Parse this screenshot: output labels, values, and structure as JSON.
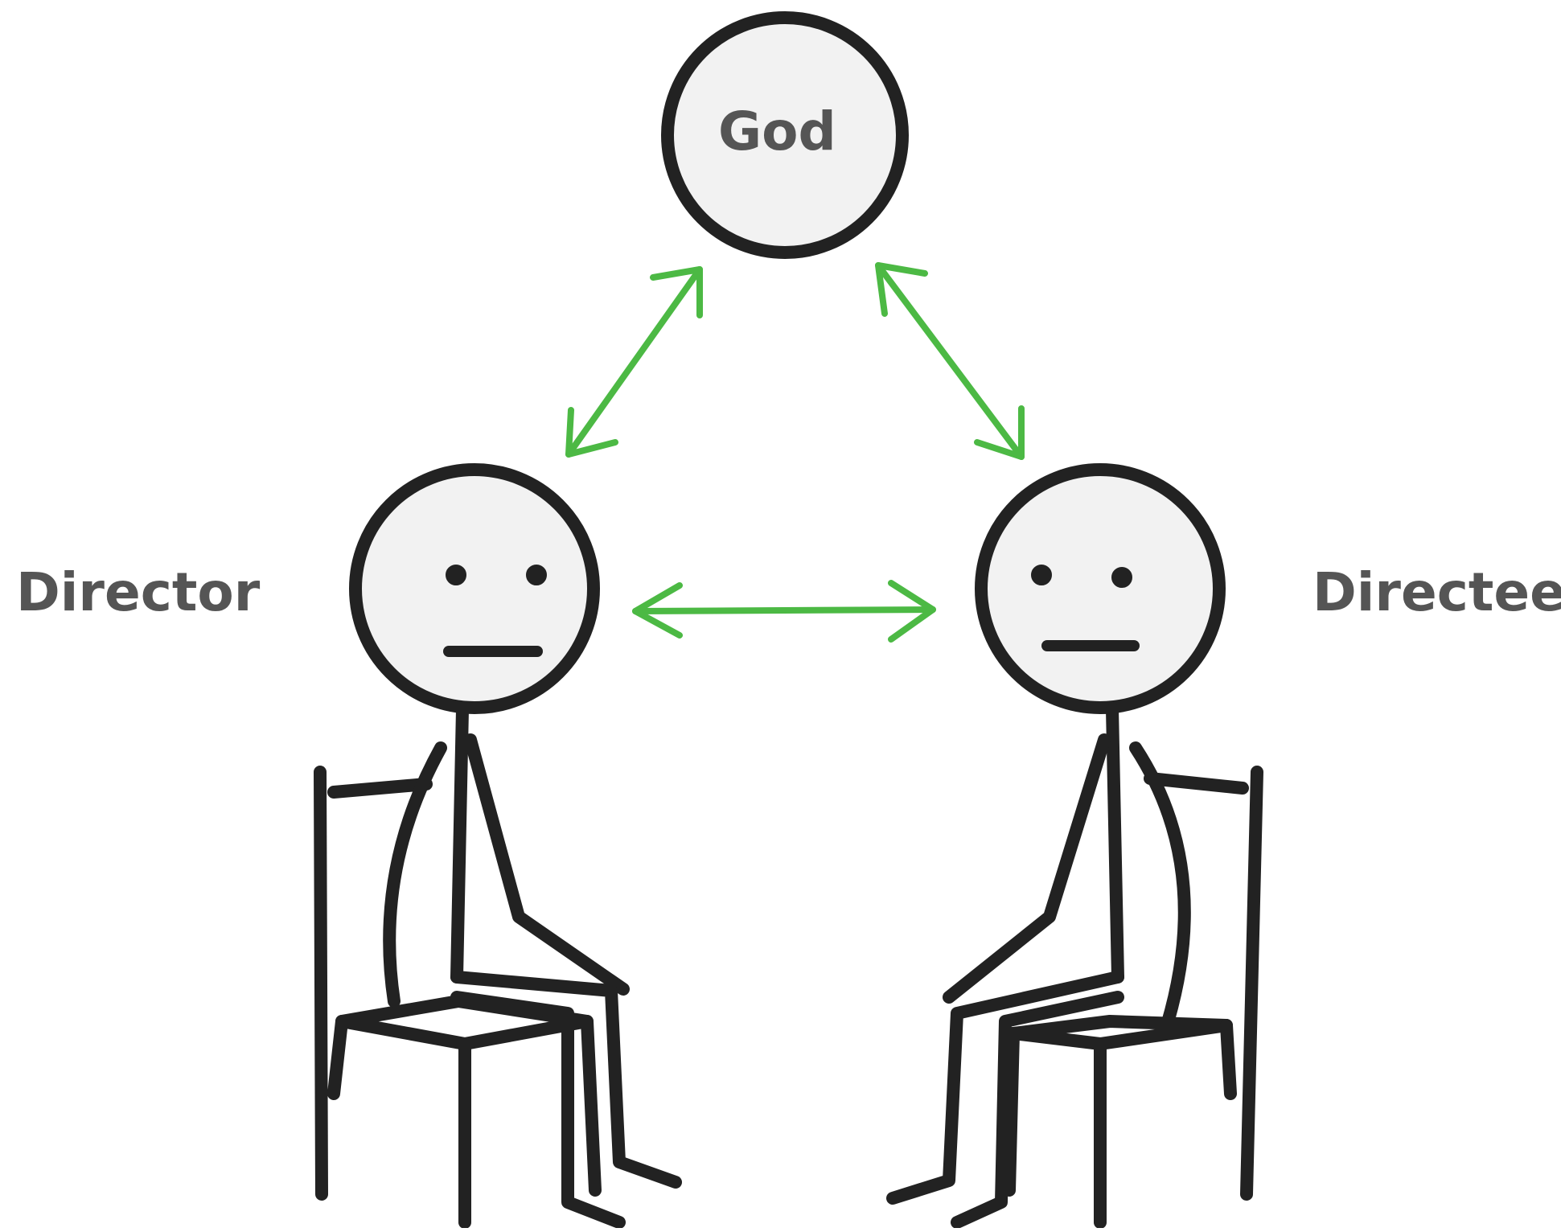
{
  "nodes": {
    "god": "God",
    "director": "Director",
    "directee": "Directee"
  },
  "colors": {
    "arrow": "#4cb944",
    "ink": "#222222",
    "label": "#555555",
    "face_fill": "#f2f2f2"
  },
  "connections": [
    {
      "from": "director",
      "to": "god",
      "bidirectional": true
    },
    {
      "from": "god",
      "to": "directee",
      "bidirectional": true
    },
    {
      "from": "director",
      "to": "directee",
      "bidirectional": true
    }
  ]
}
